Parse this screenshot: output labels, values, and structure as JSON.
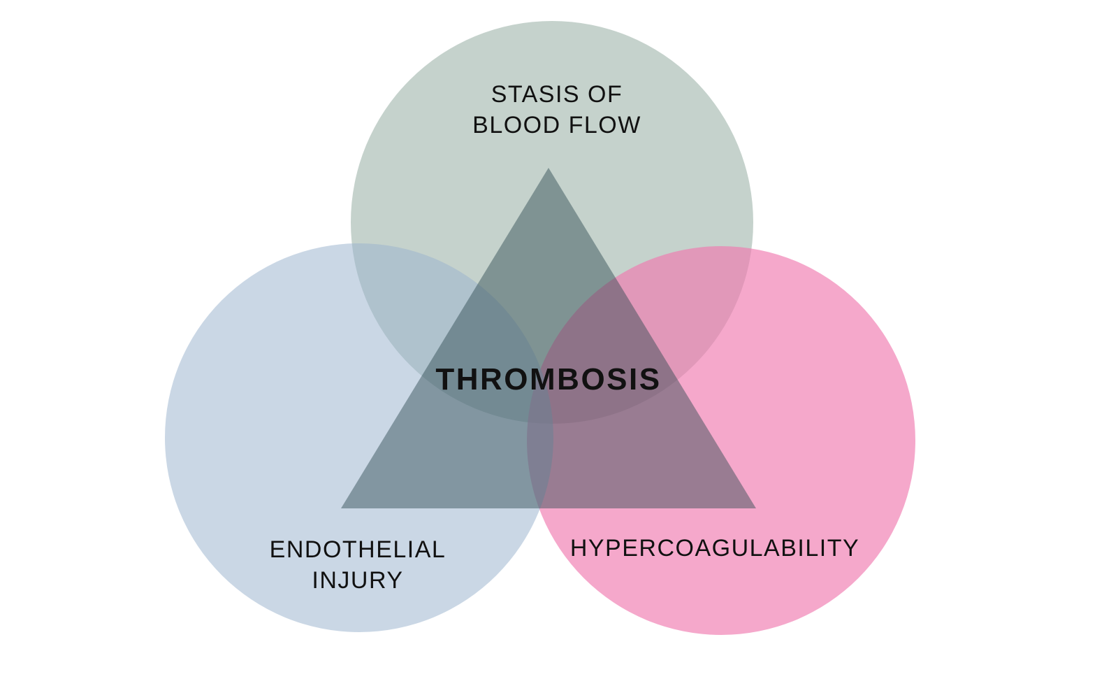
{
  "diagram": {
    "labels": {
      "stasis": {
        "line1": "STASIS OF",
        "line2": "BLOOD FLOW"
      },
      "endothelial": {
        "line1": "ENDOTHELIAL",
        "line2": "INJURY"
      },
      "hypercoagulability": {
        "text": "HYPERCOAGULABILITY"
      },
      "center": {
        "text": "THROMBOSIS"
      }
    },
    "colors": {
      "background": "#ffffff",
      "stasis_fill": "#c5d2cc",
      "endothelial_fill": "rgba(154,179,206,0.53)",
      "hypercoagulability_fill": "rgba(240,121,175,0.65)",
      "triangle_fill": "rgba(42,72,78,0.45)",
      "label_text": "#111111"
    }
  }
}
